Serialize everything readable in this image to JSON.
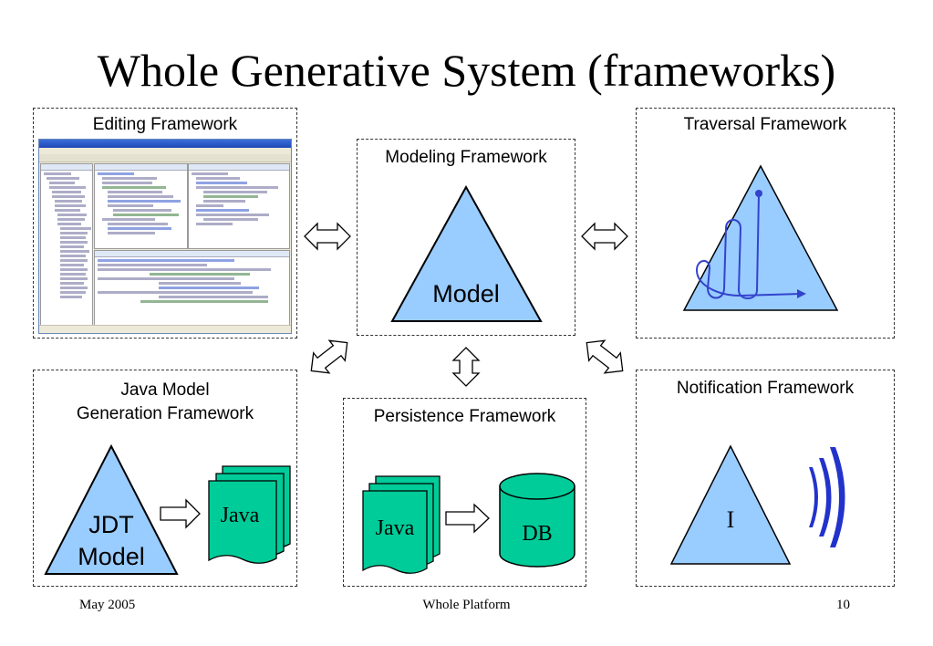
{
  "title": "Whole Generative System (frameworks)",
  "panels": {
    "editing": "Editing Framework",
    "traversal": "Traversal Framework",
    "modeling": "Modeling Framework",
    "java_model_line1": "Java Model",
    "java_model_line2": "Generation Framework",
    "persistence": "Persistence Framework",
    "notification": "Notification Framework"
  },
  "shapes": {
    "model": "Model",
    "jdt_line1": "JDT",
    "jdt_line2": "Model",
    "java_gen": "Java",
    "java_persist": "Java",
    "db": "DB",
    "cursor": "I"
  },
  "footer": {
    "date": "May 2005",
    "center": "Whole Platform",
    "page": "10"
  },
  "colors": {
    "triangle_fill": "#99ccff",
    "document_fill": "#00cc99",
    "db_fill": "#00cc99",
    "waves": "#2233cc",
    "traversal_path": "#3344cc"
  },
  "icons": {
    "screenshot": "eclipse-ide-screenshot",
    "double_arrow": "double-arrow",
    "right_arrow": "right-arrow",
    "waves": "notification-waves-icon",
    "path": "traversal-path-icon"
  }
}
